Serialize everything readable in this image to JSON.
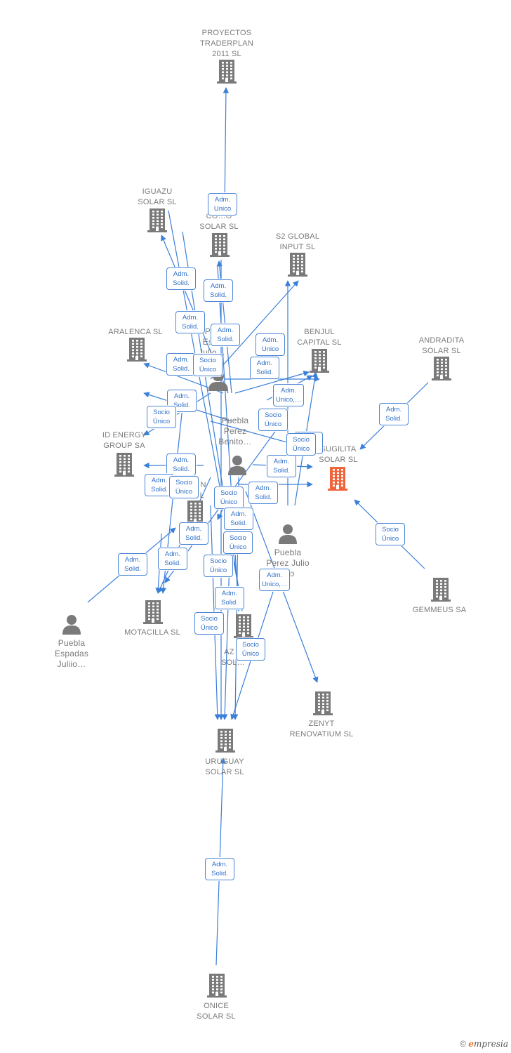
{
  "nodes": {
    "proyectos": {
      "label": [
        "PROYECTOS",
        "TRADERPLAN",
        "2011 SL"
      ],
      "kind": "company"
    },
    "iguazu": {
      "label": [
        "IGUAZU",
        "SOLAR SL"
      ],
      "kind": "company"
    },
    "colorado": {
      "label": [
        "CO…O",
        "SOLAR SL"
      ],
      "kind": "company"
    },
    "s2global": {
      "label": [
        "S2 GLOBAL",
        "INPUT SL"
      ],
      "kind": "company"
    },
    "aralenca": {
      "label": [
        "ARALENCA SL"
      ],
      "kind": "company"
    },
    "benjul": {
      "label": [
        "BENJUL",
        "CAPITAL SL"
      ],
      "kind": "company"
    },
    "andradita": {
      "label": [
        "ANDRADITA",
        "SOLAR SL"
      ],
      "kind": "company"
    },
    "idenergy": {
      "label": [
        "ID ENERGY",
        "GROUP SA"
      ],
      "kind": "company"
    },
    "sugilita": {
      "label": [
        "SUGILITA",
        "SOLAR SL"
      ],
      "kind": "company-focus"
    },
    "jin": {
      "label": [
        "…N",
        "SL"
      ],
      "kind": "company"
    },
    "motacilla": {
      "label": [
        "MOTACILLA SL"
      ],
      "kind": "company"
    },
    "azsolar": {
      "label": [
        "AZ…",
        "SOL…"
      ],
      "kind": "company"
    },
    "gemmeus": {
      "label": [
        "GEMMEUS SA"
      ],
      "kind": "company"
    },
    "zenyt": {
      "label": [
        "ZENYT",
        "RENOVATIUM SL"
      ],
      "kind": "company"
    },
    "uruguay": {
      "label": [
        "URUGUAY",
        "SOLAR SL"
      ],
      "kind": "company"
    },
    "onice": {
      "label": [
        "ONICE",
        "SOLAR SL"
      ],
      "kind": "company"
    },
    "pueblaEsp": {
      "label": [
        "P…",
        "Es…",
        "Julio…"
      ],
      "kind": "person"
    },
    "pueblaBenito": {
      "label": [
        "Puebla",
        "Perez",
        "Benito…"
      ],
      "kind": "person"
    },
    "pueblaCenter": {
      "label": [],
      "kind": "person"
    },
    "pueblaJulio": {
      "label": [
        "Puebla",
        "Perez Julio",
        "…o"
      ],
      "kind": "person"
    },
    "pueblaEspadas": {
      "label": [
        "Puebla",
        "Espadas",
        "Juliio…"
      ],
      "kind": "person"
    }
  },
  "edge_labels": [
    [
      "Adm.",
      "Unico"
    ],
    [
      "Adm.",
      "Solid."
    ],
    [
      "Adm.",
      "Solid."
    ],
    [
      "Adm.",
      "Solid."
    ],
    [
      "Adm.",
      "Solid."
    ],
    [
      "Adm.",
      "Unico"
    ],
    [
      "Adm.",
      "Solid."
    ],
    [
      "Socio",
      "Único"
    ],
    [
      "Adm.",
      "Solid."
    ],
    [
      "Adm.",
      "Unico,…"
    ],
    [
      "Adm.",
      "Solid."
    ],
    [
      "Socio",
      "Único"
    ],
    [
      "Socio",
      "Único"
    ],
    [
      "Adm.",
      "Solid."
    ],
    [
      "Adm.",
      "Solid."
    ],
    [
      "Adm.",
      "Solid."
    ],
    [
      "Adm.",
      "Solid."
    ],
    [
      "Socio",
      "Único"
    ],
    [
      "Socio",
      "Único"
    ],
    [
      "Adm.",
      "Solid."
    ],
    [
      "Adm.",
      "Solid."
    ],
    [
      "Adm.",
      "Solid."
    ],
    [
      "Socio",
      "Único"
    ],
    [
      "Adm.",
      "Solid."
    ],
    [
      "Adm.",
      "Solid."
    ],
    [
      "Socio",
      "Único"
    ],
    [
      "Adm.",
      "Solid."
    ],
    [
      "Socio",
      "Único"
    ],
    [
      "Adm.",
      "Unico,…"
    ],
    [
      "Socio",
      "Único"
    ],
    [
      "Adm.",
      "Solid."
    ],
    [
      "Socio",
      "Único"
    ],
    [
      "Adm.",
      "Solid."
    ],
    [
      "Socio",
      "Único"
    ]
  ],
  "colors": {
    "company": "#7a7a7a",
    "focus": "#f0643c",
    "edge": "#3a7fd9",
    "person": "#7a7a7a"
  },
  "footer": {
    "copyright": "©",
    "brand_initial": "e",
    "brand_rest": "mpresia"
  }
}
